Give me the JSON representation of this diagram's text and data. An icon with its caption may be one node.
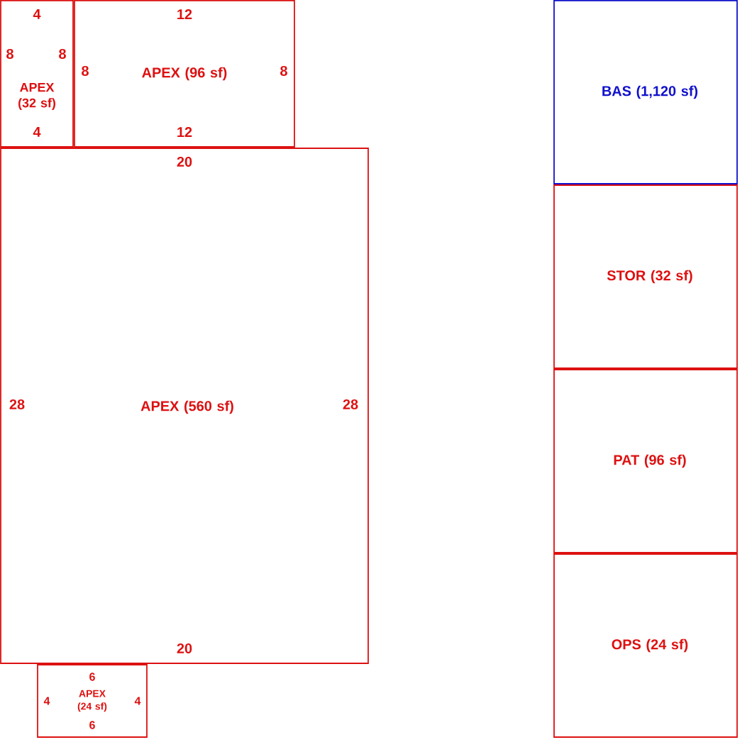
{
  "diagram": {
    "nodes": [
      {
        "text": [
          "APEX (32 sf)"
        ]
      },
      {
        "text": [
          "APEX (96 sf)"
        ]
      },
      {
        "text": [
          "APEX (560 sf)"
        ]
      },
      {
        "text": [
          "APEX (24 sf)"
        ]
      },
      {
        "text": [
          "BAS (1,120 sf)"
        ]
      },
      {
        "text": [
          "STOR (32 sf)"
        ]
      },
      {
        "text": [
          "PAT (96 sf)"
        ]
      },
      {
        "text": [
          "OPS (24 sf)"
        ]
      }
    ],
    "labels": [
      "4",
      "12",
      "8",
      "8",
      "8",
      "8",
      "4",
      "12",
      "20",
      "28",
      "28",
      "20",
      "6",
      "4",
      "4",
      "6"
    ]
  }
}
